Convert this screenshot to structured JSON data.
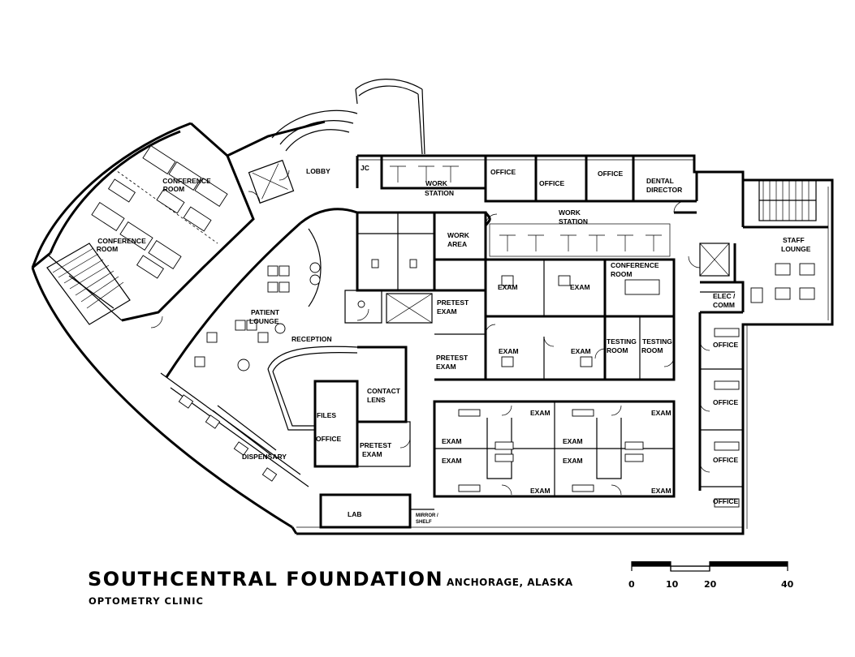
{
  "title": "SOUTHCENTRAL FOUNDATION",
  "location": "ANCHORAGE, ALASKA",
  "subtitle": "OPTOMETRY CLINIC",
  "scale": {
    "ticks": [
      "0",
      "10",
      "20",
      "40"
    ]
  },
  "rooms": {
    "conference_room_1": [
      "CONFERENCE",
      "ROOM"
    ],
    "conference_room_2": [
      "CONFERENCE",
      "ROOM"
    ],
    "lobby": "LOBBY",
    "jc": "JC",
    "work_station_1": [
      "WORK",
      "STATION"
    ],
    "office_1": "OFFICE",
    "office_2": "OFFICE",
    "office_3": "OFFICE",
    "dental_director": [
      "DENTAL",
      "DIRECTOR"
    ],
    "work_station_2": [
      "WORK",
      "STATION"
    ],
    "work_area": [
      "WORK",
      "AREA"
    ],
    "staff_lounge": [
      "STAFF",
      "LOUNGE"
    ],
    "conference_room_3": [
      "CONFERENCE",
      "ROOM"
    ],
    "exam_1": "EXAM",
    "exam_2": "EXAM",
    "patient_lounge": [
      "PATIENT",
      "LOUNGE"
    ],
    "pretest_exam_1": [
      "PRETEST",
      "EXAM"
    ],
    "elec_comm": [
      "ELEC /",
      "COMM"
    ],
    "reception": "RECEPTION",
    "pretest_exam_2": [
      "PRETEST",
      "EXAM"
    ],
    "exam_3": "EXAM",
    "exam_4": "EXAM",
    "testing_room_1": [
      "TESTING",
      "ROOM"
    ],
    "testing_room_2": [
      "TESTING",
      "ROOM"
    ],
    "office_4": "OFFICE",
    "contact_lens": [
      "CONTACT",
      "LENS"
    ],
    "office_5": "OFFICE",
    "files": "FILES",
    "exam_5": "EXAM",
    "exam_6": "EXAM",
    "office_6": "OFFICE",
    "exam_7": "EXAM",
    "exam_8": "EXAM",
    "pretest_exam_3": [
      "PRETEST",
      "EXAM"
    ],
    "dispensary": "DISPENSARY",
    "exam_9": "EXAM",
    "exam_10": "EXAM",
    "office_7": "OFFICE",
    "exam_11": "EXAM",
    "exam_12": "EXAM",
    "office_8": "OFFICE",
    "lab": "LAB",
    "mirror_shelf": [
      "MIRROR /",
      "SHELF"
    ]
  }
}
